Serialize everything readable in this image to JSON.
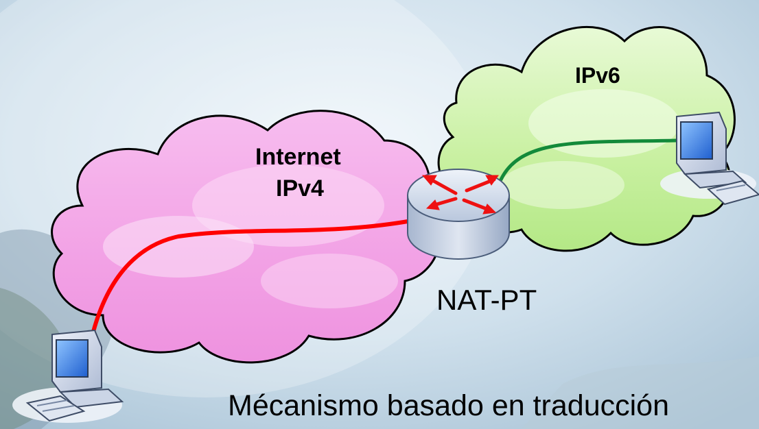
{
  "clouds": {
    "ipv4": {
      "line1": "Internet",
      "line2": "IPv4",
      "color": "#f2a6e6"
    },
    "ipv6": {
      "label": "IPv6",
      "color": "#c9f0a8"
    }
  },
  "router": {
    "label": "NAT-PT",
    "icon": "router-icon"
  },
  "links": {
    "ipv4_link_color": "#ff0000",
    "ipv6_link_color": "#138a3a"
  },
  "hosts": [
    {
      "icon": "desktop-computer-icon"
    },
    {
      "icon": "desktop-computer-icon"
    }
  ],
  "caption": "Mécanismo basado en traducción"
}
